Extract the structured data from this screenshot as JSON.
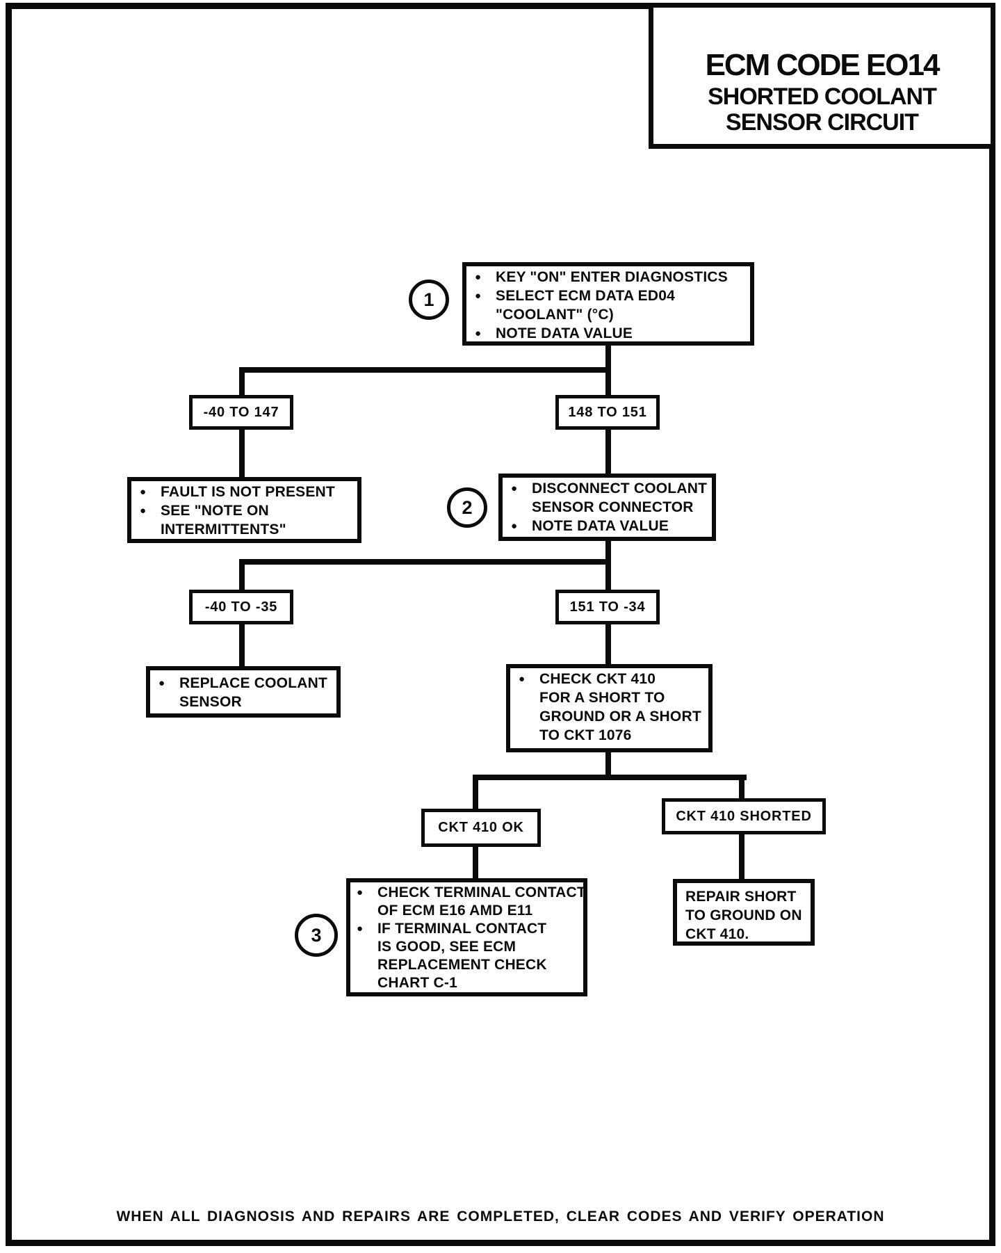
{
  "colors": {
    "ink": "#0b0b0b",
    "paper": "#ffffff"
  },
  "icons": {
    "bullet": "●"
  },
  "header": {
    "title": "ECM CODE EO14",
    "subtitle1": "SHORTED COOLANT",
    "subtitle2": "SENSOR CIRCUIT"
  },
  "flow": {
    "step1": {
      "circle": "1",
      "lines": [
        {
          "t": "KEY \"ON\" ENTER DIAGNOSTICS"
        },
        {
          "t": "SELECT ECM DATA ED04"
        },
        {
          "t": "\"COOLANT\" (°C)"
        },
        {
          "t": "NOTE DATA VALUE"
        }
      ]
    },
    "range1_left": {
      "t": "-40 TO 147"
    },
    "range1_right": {
      "t": "148 TO 151"
    },
    "fault_absent": {
      "lines": [
        {
          "t": "FAULT IS NOT PRESENT"
        },
        {
          "t": "SEE \"NOTE ON"
        },
        {
          "t": "INTERMITTENTS\""
        }
      ]
    },
    "step2": {
      "circle": "2",
      "lines": [
        {
          "t": "DISCONNECT COOLANT"
        },
        {
          "t": "SENSOR CONNECTOR"
        },
        {
          "t": "NOTE DATA VALUE"
        }
      ]
    },
    "range2_left": {
      "t": "-40 TO -35"
    },
    "range2_right": {
      "t": "151 TO -34"
    },
    "replace_sensor": {
      "lines": [
        {
          "t": "REPLACE COOLANT"
        },
        {
          "t": "SENSOR"
        }
      ]
    },
    "check_ckt410": {
      "lines": [
        {
          "t": "CHECK CKT 410"
        },
        {
          "t": "FOR A SHORT TO"
        },
        {
          "t": "GROUND OR A SHORT"
        },
        {
          "t": "TO CKT 1076"
        }
      ]
    },
    "ckt_ok": {
      "t": "CKT 410 OK"
    },
    "ckt_shorted": {
      "t": "CKT 410 SHORTED"
    },
    "step3": {
      "circle": "3",
      "lines": [
        {
          "t": "CHECK TERMINAL CONTACT"
        },
        {
          "t": "OF ECM E16 AMD E11"
        },
        {
          "t": "IF TERMINAL CONTACT"
        },
        {
          "t": "IS GOOD, SEE ECM"
        },
        {
          "t": "REPLACEMENT CHECK"
        },
        {
          "t": "CHART C-1"
        }
      ]
    },
    "repair_short": {
      "lines": [
        {
          "t": "REPAIR SHORT"
        },
        {
          "t": "TO GROUND ON"
        },
        {
          "t": "CKT 410."
        }
      ]
    }
  },
  "footer": {
    "note": "WHEN ALL DIAGNOSIS AND REPAIRS ARE COMPLETED, CLEAR CODES AND VERIFY OPERATION"
  }
}
